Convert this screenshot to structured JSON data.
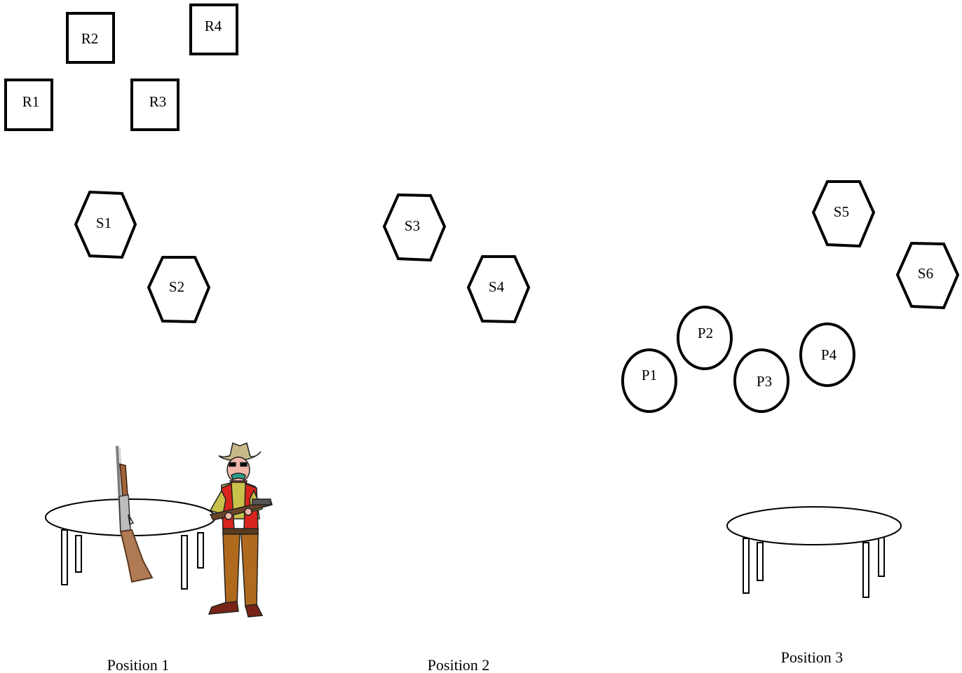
{
  "rectangles": [
    "R1",
    "R2",
    "R3",
    "R4"
  ],
  "steel_targets": [
    "S1",
    "S2",
    "S3",
    "S4",
    "S5",
    "S6"
  ],
  "paper_targets": [
    "P1",
    "P2",
    "P3",
    "P4"
  ],
  "positions": [
    "Position 1",
    "Position 2",
    "Position 3"
  ]
}
